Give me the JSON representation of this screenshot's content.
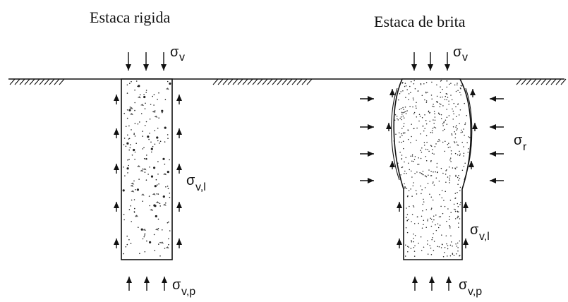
{
  "rigid_pile": {
    "title": "Estaca rigida",
    "top_load": {
      "greek": "σ",
      "sub": "v"
    },
    "shaft_stress": {
      "greek": "σ",
      "sub": "v,l"
    },
    "tip_stress": {
      "greek": "σ",
      "sub": "v,p"
    }
  },
  "stone_column": {
    "title": "Estaca de brita",
    "top_load": {
      "greek": "σ",
      "sub": "v"
    },
    "radial_stress": {
      "greek": "σ",
      "sub": "r"
    },
    "shaft_stress": {
      "greek": "σ",
      "sub": "v,l"
    },
    "tip_stress": {
      "greek": "σ",
      "sub": "v,p"
    }
  },
  "colors": {
    "ink": "#111111",
    "background": "#ffffff"
  }
}
